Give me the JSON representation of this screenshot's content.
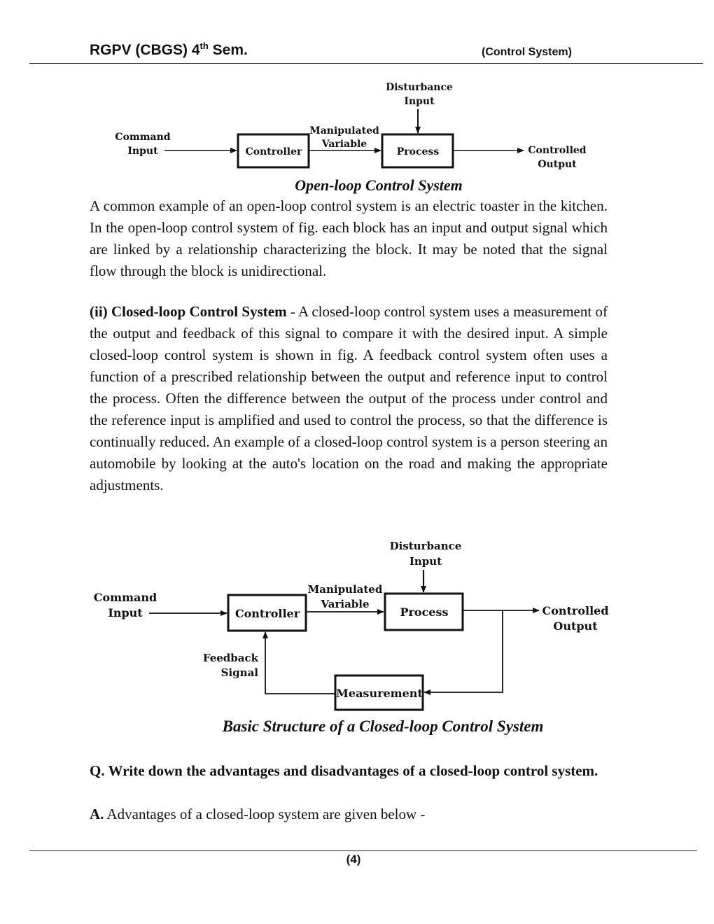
{
  "header": {
    "course_prefix": "RGPV (CBGS) 4",
    "course_sup": "th",
    "course_suffix": " Sem.",
    "subject": "(Control System)"
  },
  "open_loop": {
    "labels": {
      "disturbance_1": "Disturbance",
      "disturbance_2": "Input",
      "command_1": "Command",
      "command_2": "Input",
      "controller": "Controller",
      "manipulated_1": "Manipulated",
      "manipulated_2": "Variable",
      "process": "Process",
      "output_1": "Controlled",
      "output_2": "Output"
    },
    "caption": "Open-loop Control System",
    "paragraph": "A common example of an open-loop control system is an electric toaster in the kitchen. In the open-loop control system of fig. each block has an input and output signal which are linked by a relationship characterizing the block. It may be noted that the signal flow through the block is unidirectional."
  },
  "closed_loop": {
    "heading": "(ii) Closed-loop Control System",
    "paragraph": " - A closed-loop control system uses a measurement of the output and feedback of this signal to compare it with the desired input. A simple closed-loop control system is shown in fig. A feedback control system often uses a function of a prescribed relationship between the output and reference input to control the process. Often the difference between the output of the process under control and the reference input is amplified and used to control the process, so that the difference is continually reduced. An example of a closed-loop control system is a person steering an automobile by looking at the auto's location on the road and making the appropriate adjustments.",
    "labels": {
      "disturbance_1": "Disturbance",
      "disturbance_2": "Input",
      "command_1": "Command",
      "command_2": "Input",
      "controller": "Controller",
      "manipulated_1": "Manipulated",
      "manipulated_2": "Variable",
      "process": "Process",
      "output_1": "Controlled",
      "output_2": "Output",
      "feedback_1": "Feedback",
      "feedback_2": "Signal",
      "measurement": "Measurement"
    },
    "caption": "Basic Structure of a Closed-loop Control System"
  },
  "question": {
    "q_prefix": "Q.",
    "q_text": " Write down the advantages and disadvantages of a closed-loop control system.",
    "a_prefix": "A.",
    "a_text": " Advantages of a closed-loop system are given below -"
  },
  "footer": {
    "page_number": "(4)"
  }
}
